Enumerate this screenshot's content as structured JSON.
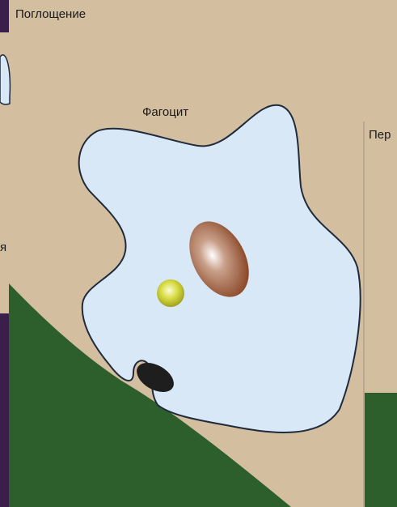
{
  "diagram": {
    "title": "Поглощение",
    "cell_label": "Фагоцит",
    "right_panel_label": "Пер",
    "left_panel_fragment": "я"
  },
  "colors": {
    "background": "#d3bea0",
    "cell_fill": "#d9e8f7",
    "cell_outline": "#1f2a3a",
    "ground": "#2c5f2c",
    "nucleus": "#9a5a3a",
    "particle": "#c9cc33",
    "bacterium": "#1e1e1e",
    "outer_frame": "#3a1f4a"
  }
}
